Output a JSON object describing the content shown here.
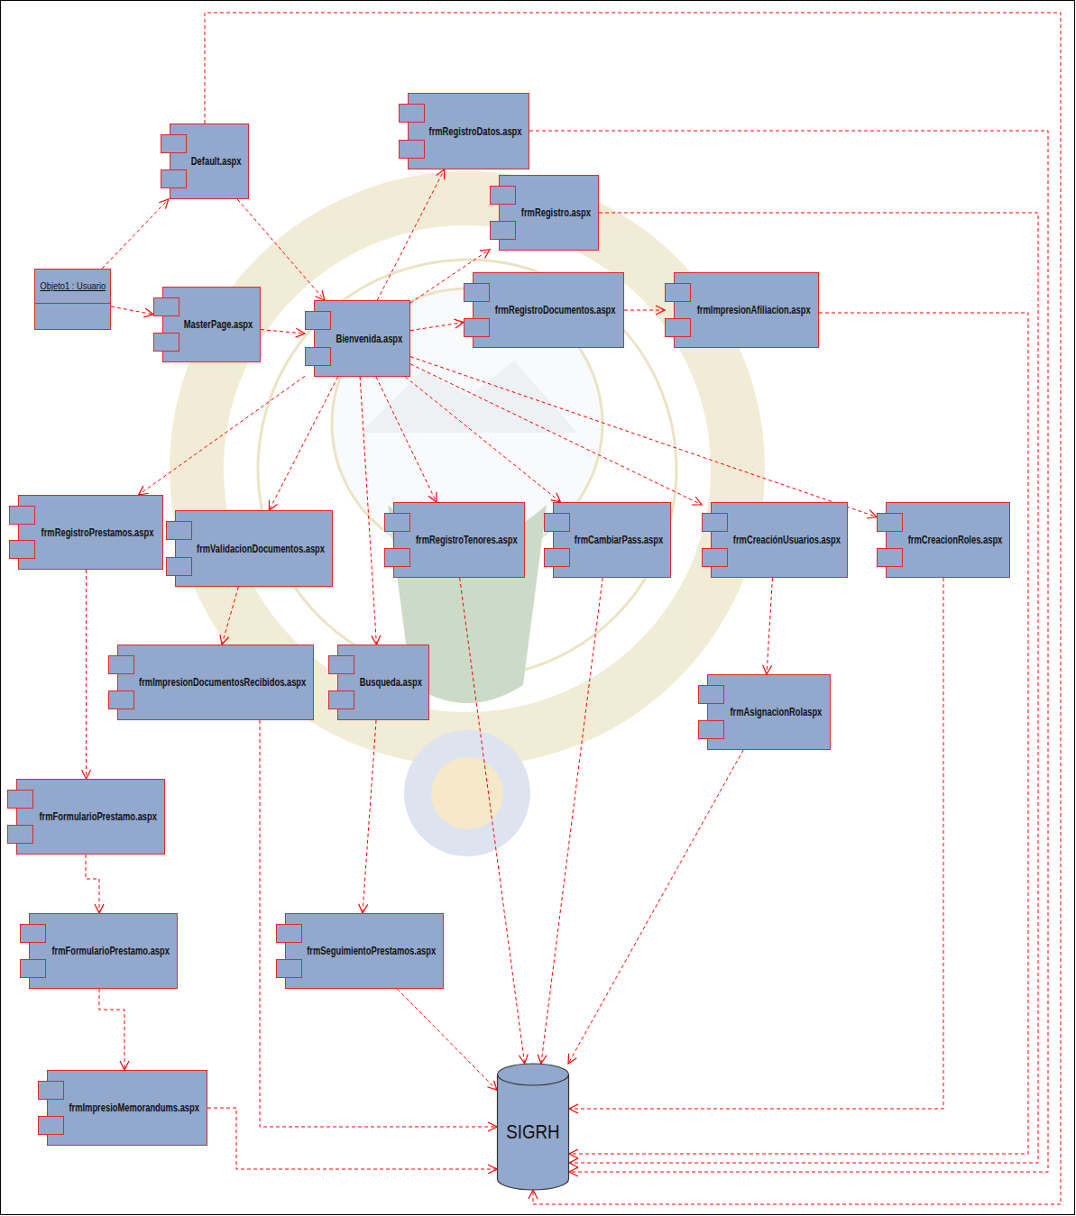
{
  "diagram": {
    "nodes": [
      {
        "text": [
          "Objeto1 : Usuario"
        ]
      },
      {
        "text": [
          "Default.aspx"
        ]
      },
      {
        "text": [
          "MasterPage.aspx"
        ]
      },
      {
        "text": [
          "Bienvenida.aspx"
        ]
      },
      {
        "text": [
          "frmRegistroDatos.aspx"
        ]
      },
      {
        "text": [
          "frmRegistro.aspx"
        ]
      },
      {
        "text": [
          "frmRegistroDocumentos.aspx"
        ]
      },
      {
        "text": [
          "frmImpresionAfiliacion.aspx"
        ]
      },
      {
        "text": [
          "frmRegistroPrestamos.aspx"
        ]
      },
      {
        "text": [
          "frmValidacionDocumentos.aspx"
        ]
      },
      {
        "text": [
          "frmRegistroTenores.aspx"
        ]
      },
      {
        "text": [
          "frmCambiarPass.aspx"
        ]
      },
      {
        "text": [
          "frmCreaciónUsuarios.aspx"
        ]
      },
      {
        "text": [
          "frmCreacionRoles.aspx"
        ]
      },
      {
        "text": [
          "frmImpresionDocumentosRecibidos.aspx"
        ]
      },
      {
        "text": [
          "Busqueda.aspx"
        ]
      },
      {
        "text": [
          "frmAsignacionRolaspx"
        ]
      },
      {
        "text": [
          "frmFormularioPrestamo.aspx"
        ]
      },
      {
        "text": [
          "frmFormularioPrestamo.aspx"
        ]
      },
      {
        "text": [
          "frmSeguimientoPrestamos.aspx"
        ]
      },
      {
        "text": [
          "frmImpresioMemorandums.aspx"
        ]
      },
      {
        "text": [
          "SIGRH"
        ]
      }
    ],
    "edges": [
      {
        "from": 0,
        "to": 1,
        "arrow": "to"
      },
      {
        "from": 0,
        "to": 2,
        "arrow": "to"
      },
      {
        "from": 1,
        "to": 3,
        "arrow": "to"
      },
      {
        "from": 2,
        "to": 3,
        "arrow": "to"
      },
      {
        "from": 3,
        "to": 4,
        "arrow": "to"
      },
      {
        "from": 3,
        "to": 5,
        "arrow": "to"
      },
      {
        "from": 3,
        "to": 6,
        "arrow": "to"
      },
      {
        "from": 6,
        "to": 7,
        "arrow": "to"
      },
      {
        "from": 3,
        "to": 8,
        "arrow": "to"
      },
      {
        "from": 3,
        "to": 9,
        "arrow": "to"
      },
      {
        "from": 3,
        "to": 15,
        "arrow": "to"
      },
      {
        "from": 3,
        "to": 10,
        "arrow": "to"
      },
      {
        "from": 3,
        "to": 11,
        "arrow": "to"
      },
      {
        "from": 3,
        "to": 12,
        "arrow": "to"
      },
      {
        "from": 3,
        "to": 13,
        "arrow": "to"
      },
      {
        "from": 8,
        "to": 17,
        "arrow": "to"
      },
      {
        "from": 17,
        "to": 18,
        "arrow": "to"
      },
      {
        "from": 18,
        "to": 20,
        "arrow": "to"
      },
      {
        "from": 9,
        "to": 14,
        "arrow": "to"
      },
      {
        "from": 15,
        "to": 19,
        "arrow": "to"
      },
      {
        "from": 12,
        "to": 16,
        "arrow": "to"
      },
      {
        "from": 1,
        "to": 21,
        "arrow": "to"
      },
      {
        "from": 4,
        "to": 21,
        "arrow": "to"
      },
      {
        "from": 5,
        "to": 21,
        "arrow": "to"
      },
      {
        "from": 7,
        "to": 21,
        "arrow": "to"
      },
      {
        "from": 10,
        "to": 21,
        "arrow": "to"
      },
      {
        "from": 11,
        "to": 21,
        "arrow": "to"
      },
      {
        "from": 13,
        "to": 21,
        "arrow": "to"
      },
      {
        "from": 14,
        "to": 21,
        "arrow": "to"
      },
      {
        "from": 16,
        "to": 21,
        "arrow": "to"
      },
      {
        "from": 19,
        "to": 21,
        "arrow": "to"
      },
      {
        "from": 20,
        "to": 21,
        "arrow": "to"
      }
    ]
  }
}
